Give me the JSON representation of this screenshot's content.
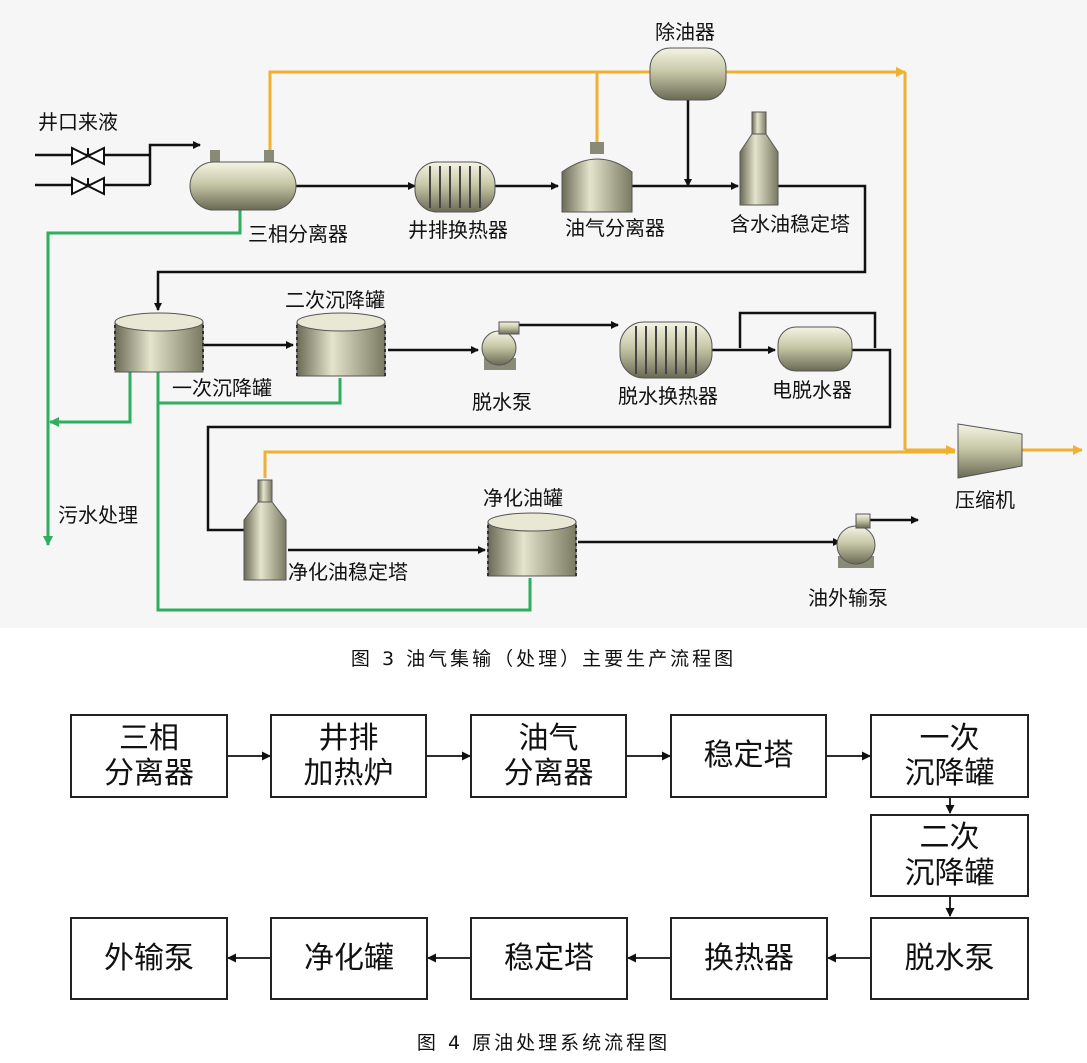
{
  "figure1": {
    "labels": {
      "well_liquid": "井口来液",
      "three_phase_separator": "三相分离器",
      "well_heat_exchanger": "井排换热器",
      "oil_gas_separator": "油气分离器",
      "deoiler": "除油器",
      "water_oil_stabilizer": "含水油稳定塔",
      "primary_settling_tank": "一次沉降罐",
      "secondary_settling_tank": "二次沉降罐",
      "dehydration_pump": "脱水泵",
      "dehydration_heat_exchanger": "脱水换热器",
      "electric_dehydrator": "电脱水器",
      "sewage_treatment": "污水处理",
      "compressor": "压缩机",
      "purified_oil_tank": "净化油罐",
      "purified_oil_stabilizer": "净化油稳定塔",
      "oil_export_pump": "油外输泵"
    },
    "caption": "图 3 油气集输（处理）主要生产流程图",
    "colors": {
      "gas_line": "#f0b030",
      "water_line": "#2fae5f",
      "oil_line": "#111111"
    }
  },
  "figure2": {
    "boxes": {
      "b1": [
        "三相",
        "分离器"
      ],
      "b2": [
        "井排",
        "加热炉"
      ],
      "b3": [
        "油气",
        "分离器"
      ],
      "b4": [
        "稳定塔"
      ],
      "b5": [
        "一次",
        "沉降罐"
      ],
      "b6": [
        "二次",
        "沉降罐"
      ],
      "b7": [
        "脱水泵"
      ],
      "b8": [
        "换热器"
      ],
      "b9": [
        "稳定塔"
      ],
      "b10": [
        "净化罐"
      ],
      "b11": [
        "外输泵"
      ]
    },
    "caption": "图 4 原油处理系统流程图"
  }
}
